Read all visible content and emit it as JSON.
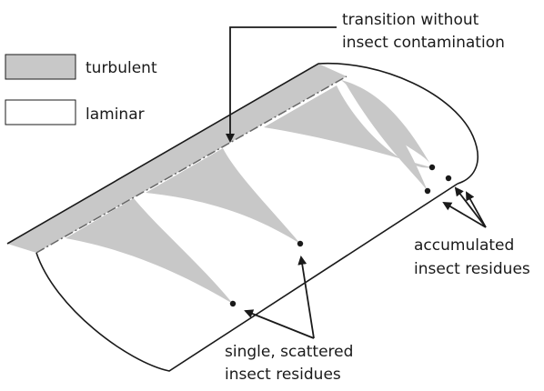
{
  "legend": {
    "turbulent": "turbulent",
    "laminar": "laminar"
  },
  "annotations": {
    "transition_line1": "transition without",
    "transition_line2": "insect contamination",
    "accumulated_line1": "accumulated",
    "accumulated_line2": "insect residues",
    "single_line1": "single, scattered",
    "single_line2": "insect residues"
  },
  "colors": {
    "turbulent_fill": "#c8c8c8",
    "laminar_fill": "#ffffff",
    "outline": "#1a1a1a"
  }
}
